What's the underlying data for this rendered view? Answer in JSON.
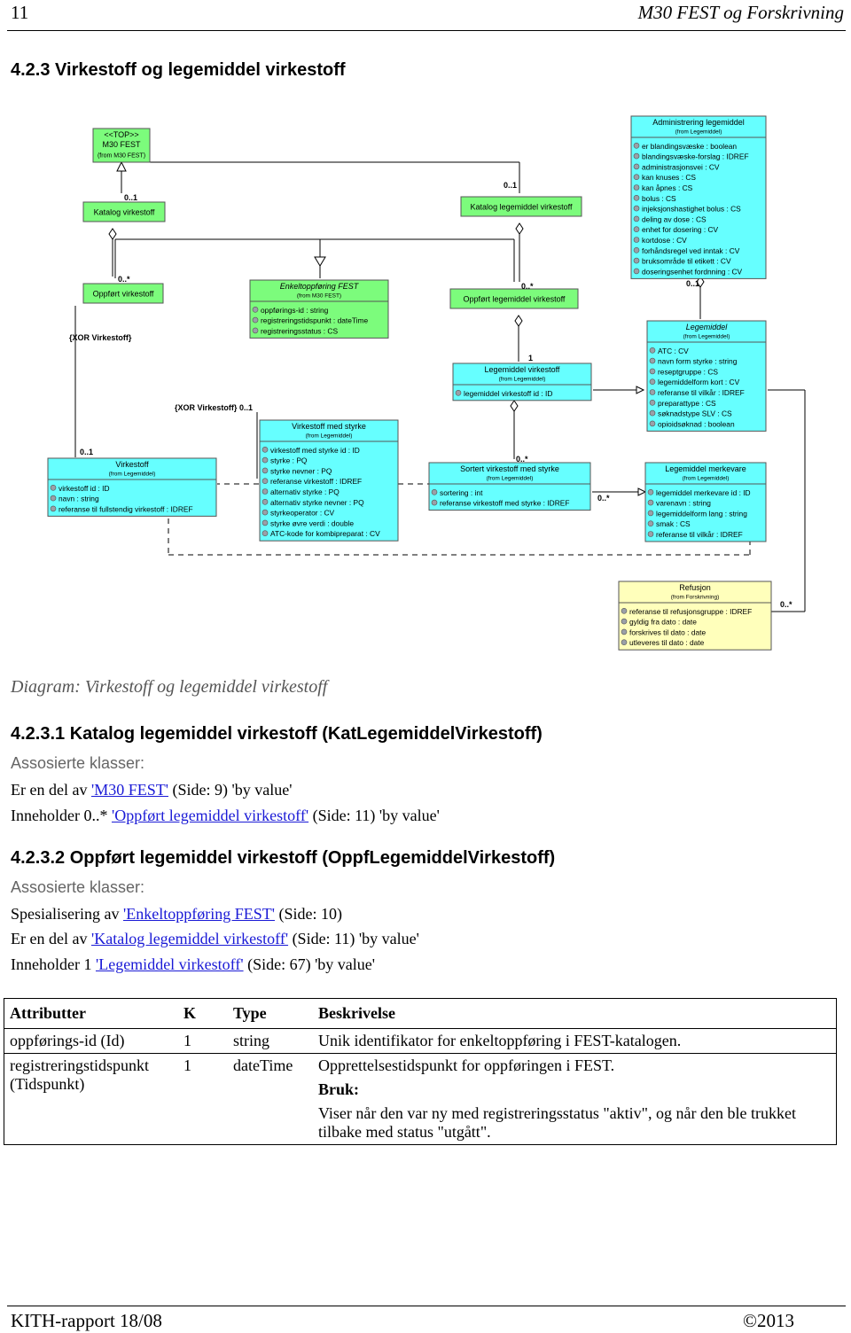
{
  "header": {
    "page_number": "11",
    "doc_title": "M30 FEST og Forskrivning"
  },
  "section": {
    "heading": "4.2.3  Virkestoff og legemiddel virkestoff"
  },
  "diagram": {
    "caption": "Diagram: Virkestoff og legemiddel virkestoff",
    "classes": {
      "top": {
        "title": "<<TOP>>",
        "subtitle": "M30 FEST",
        "from": "(from M30 FEST)"
      },
      "katalog_virkestoff": {
        "title": "Katalog virkestoff"
      },
      "katalog_legemiddel_virkestoff": {
        "title": "Katalog legemiddel virkestoff"
      },
      "administrering": {
        "title": "Administrering legemiddel",
        "from": "(from Legemiddel)",
        "attrs": [
          "er blandingsvæske : boolean",
          "blandingsvæske-forslag : IDREF",
          "administrasjonsvei : CV",
          "kan knuses : CS",
          "kan åpnes : CS",
          "bolus : CS",
          "injeksjonshastighet bolus : CS",
          "deling av dose : CS",
          "enhet for dosering : CV",
          "kortdose : CV",
          "forhåndsregel ved inntak : CV",
          "bruksområde til etikett : CV",
          "doseringsenhet fordnning : CV"
        ]
      },
      "oppfort_virkestoff": {
        "title": "Oppført virkestoff"
      },
      "enkeltoppforing": {
        "title": "Enkeltoppføring FEST",
        "from": "(from M30 FEST)",
        "attrs": [
          "oppførings-id : string",
          "registreringstidspunkt : dateTime",
          "registreringsstatus : CS"
        ]
      },
      "oppfort_legemiddel_virkestoff": {
        "title": "Oppført legemiddel virkestoff"
      },
      "legemiddel": {
        "title": "Legemiddel",
        "from": "(from Legemiddel)",
        "attrs": [
          "ATC : CV",
          "navn form styrke : string",
          "reseptgruppe : CS",
          "legemiddelform kort : CV",
          "referanse til vilkår : IDREF",
          "preparattype : CS",
          "søknadstype SLV : CS",
          "opioidsøknad : boolean"
        ]
      },
      "legemiddel_virkestoff": {
        "title": "Legemiddel virkestoff",
        "from": "(from Legemiddel)",
        "attrs": [
          "legemiddel virkestoff id : ID"
        ]
      },
      "virkestoff": {
        "title": "Virkestoff",
        "from": "(from Legemiddel)",
        "attrs": [
          "virkestoff id : ID",
          "navn : string",
          "referanse til fullstendig virkestoff : IDREF"
        ]
      },
      "virkestoff_med_styrke": {
        "title": "Virkestoff med styrke",
        "from": "(from Legemiddel)",
        "attrs": [
          "virkestoff med styrke id : ID",
          "styrke : PQ",
          "styrke nevner : PQ",
          "referanse virkestoff : IDREF",
          "alternativ styrke : PQ",
          "alternativ styrke nevner : PQ",
          "styrkeoperator : CV",
          "styrke øvre verdi : double",
          "ATC-kode for kombipreparat : CV"
        ]
      },
      "sortert_virkestoff": {
        "title": "Sortert virkestoff med styrke",
        "from": "(from Legemiddel)",
        "attrs": [
          "sortering : int",
          "referanse virkestoff med styrke : IDREF"
        ]
      },
      "legemiddel_merkevare": {
        "title": "Legemiddel merkevare",
        "from": "(from Legemiddel)",
        "attrs": [
          "legemiddel merkevare id : ID",
          "varenavn : string",
          "legemiddelform lang : string",
          "smak : CS",
          "referanse til vilkår : IDREF"
        ]
      },
      "refusjon": {
        "title": "Refusjon",
        "from": "(from Forskrivning)",
        "attrs": [
          "referanse til refusjonsgruppe : IDREF",
          "gyldig fra dato : date",
          "forskrives til dato : date",
          "utleveres til dato : date"
        ]
      }
    },
    "labels": {
      "m1": "0..1",
      "m2": "0..*",
      "m3": "0..1",
      "m4": "0..1",
      "m5": "0..*",
      "m6": "0..1",
      "m7": "1",
      "m8": "0..*",
      "m9": "0..*",
      "m10": "0..*",
      "m11": "0..1",
      "xor1": "{XOR Virkestoff}",
      "xor2": "{XOR Virkestoff}",
      "m12": "0..1"
    }
  },
  "sec1": {
    "heading": "4.2.3.1  Katalog legemiddel virkestoff (KatLegemiddelVirkestoff)",
    "assoc_label": "Assosierte klasser:",
    "l1_pre": "Er en del av ",
    "l1_link": "'M30 FEST'",
    "l1_post": "  (Side: 9) 'by value'",
    "l2_pre": "Inneholder 0..* ",
    "l2_link": "'Oppført legemiddel virkestoff'",
    "l2_post": "  (Side: 11) 'by value'"
  },
  "sec2": {
    "heading": "4.2.3.2  Oppført legemiddel virkestoff (OppfLegemiddelVirkestoff)",
    "assoc_label": "Assosierte klasser:",
    "l1_pre": "Spesialisering av ",
    "l1_link": "'Enkeltoppføring FEST'",
    "l1_post": "  (Side: 10)",
    "l2_pre": "Er en del av ",
    "l2_link": "'Katalog legemiddel virkestoff'",
    "l2_post": "  (Side: 11) 'by value'",
    "l3_pre": "Inneholder 1 ",
    "l3_link": "'Legemiddel virkestoff'",
    "l3_post": "  (Side: 67) 'by value'"
  },
  "table": {
    "headers": [
      "Attributter",
      "K",
      "Type",
      "Beskrivelse"
    ],
    "rows": [
      {
        "attr": "oppførings-id (Id)",
        "k": "1",
        "type": "string",
        "desc": "Unik identifikator for enkeltoppføring i FEST-katalogen."
      },
      {
        "attr": "registreringstidspunkt (Tidspunkt)",
        "k": "1",
        "type": "dateTime",
        "desc": "Opprettelsestidspunkt for oppføringen i FEST.",
        "bruk": "Bruk:",
        "desc2": "Viser når den var ny med registreringsstatus \"aktiv\", og når den ble trukket tilbake med status \"utgått\"."
      }
    ]
  },
  "footer": {
    "left": "KITH-rapport 18/08",
    "right": "©2013"
  }
}
